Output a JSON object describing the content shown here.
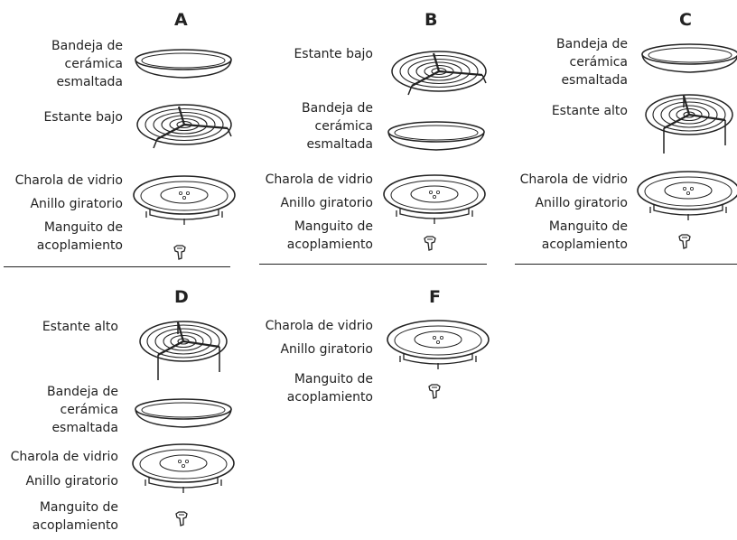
{
  "panels": [
    {
      "letter": "A",
      "labels": [
        "Bandeja de",
        "cerámica",
        "esmaltada",
        "Estante bajo",
        "Charola de vidrio",
        "Anillo giratorio",
        "Manguito de",
        "acoplamiento"
      ]
    },
    {
      "letter": "B",
      "labels": [
        "Estante bajo",
        "Bandeja de",
        "cerámica",
        "esmaltada",
        "Charola de vidrio",
        "Anillo giratorio",
        "Manguito de",
        "acoplamiento"
      ]
    },
    {
      "letter": "C",
      "labels": [
        "Bandeja de",
        "cerámica",
        "esmaltada",
        "Estante alto",
        "Charola de vidrio",
        "Anillo giratorio",
        "Manguito de",
        "acoplamiento"
      ]
    },
    {
      "letter": "D",
      "labels": [
        "Estante alto",
        "Bandeja de",
        "cerámica",
        "esmaltada",
        "Charola de vidrio",
        "Anillo giratorio",
        "Manguito de",
        "acoplamiento"
      ]
    },
    {
      "letter": "F",
      "labels": [
        "Charola de vidrio",
        "Anillo giratorio",
        "Manguito de",
        "acoplamiento"
      ]
    }
  ]
}
